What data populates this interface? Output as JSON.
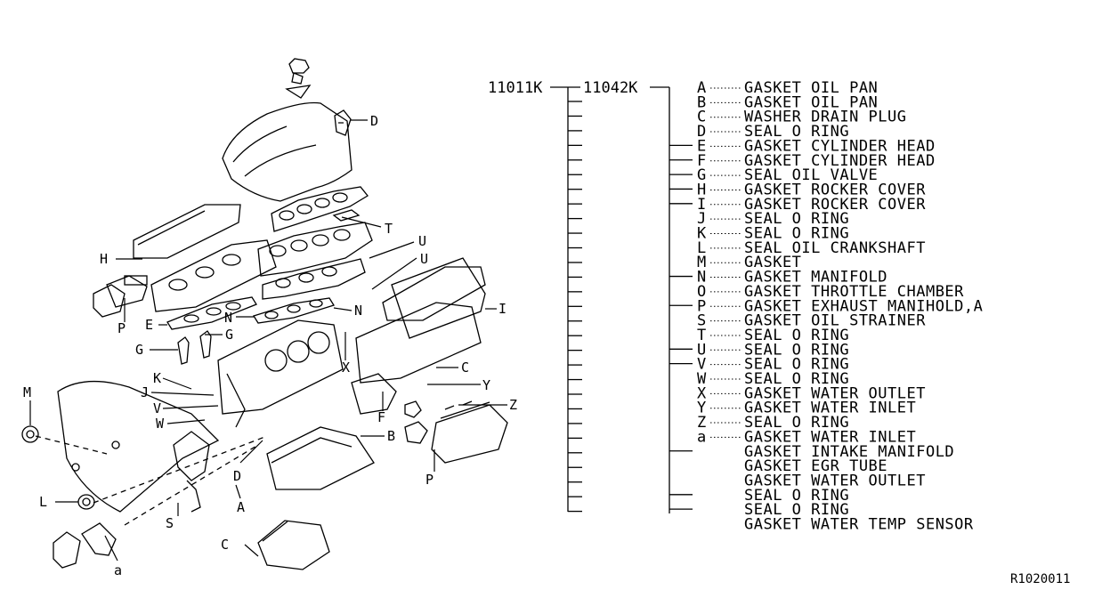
{
  "assembly_number": "11011K",
  "kit_number": "11042K",
  "reference_code": "R1020011",
  "parts": [
    {
      "letter": "A",
      "name": "GASKET OIL PAN"
    },
    {
      "letter": "B",
      "name": "GASKET OIL PAN"
    },
    {
      "letter": "C",
      "name": "WASHER DRAIN PLUG"
    },
    {
      "letter": "D",
      "name": "SEAL O RING"
    },
    {
      "letter": "E",
      "name": "GASKET CYLINDER HEAD"
    },
    {
      "letter": "F",
      "name": "GASKET CYLINDER HEAD"
    },
    {
      "letter": "G",
      "name": "SEAL OIL VALVE"
    },
    {
      "letter": "H",
      "name": "GASKET ROCKER COVER"
    },
    {
      "letter": "I",
      "name": "GASKET ROCKER COVER"
    },
    {
      "letter": "J",
      "name": "SEAL O RING"
    },
    {
      "letter": "K",
      "name": "SEAL O RING"
    },
    {
      "letter": "L",
      "name": "SEAL OIL CRANKSHAFT"
    },
    {
      "letter": "M",
      "name": "GASKET"
    },
    {
      "letter": "N",
      "name": "GASKET MANIFOLD"
    },
    {
      "letter": "O",
      "name": "GASKET THROTTLE CHAMBER"
    },
    {
      "letter": "P",
      "name": "GASKET EXHAUST MANIHOLD,A"
    },
    {
      "letter": "S",
      "name": "GASKET OIL STRAINER"
    },
    {
      "letter": "T",
      "name": "SEAL O RING"
    },
    {
      "letter": "U",
      "name": "SEAL O RING"
    },
    {
      "letter": "V",
      "name": "SEAL O RING"
    },
    {
      "letter": "W",
      "name": "SEAL O RING"
    },
    {
      "letter": "X",
      "name": "GASKET WATER OUTLET"
    },
    {
      "letter": "Y",
      "name": "GASKET WATER INLET"
    },
    {
      "letter": "Z",
      "name": "SEAL O RING"
    },
    {
      "letter": "a",
      "name": "GASKET WATER INLET"
    },
    {
      "letter": "",
      "name": "GASKET INTAKE MANIFOLD"
    },
    {
      "letter": "",
      "name": "GASKET EGR TUBE"
    },
    {
      "letter": "",
      "name": "GASKET WATER OUTLET"
    },
    {
      "letter": "",
      "name": "SEAL O RING"
    },
    {
      "letter": "",
      "name": "SEAL O RING"
    },
    {
      "letter": "",
      "name": "GASKET WATER TEMP SENSOR"
    }
  ],
  "diagram_callouts": [
    "D",
    "T",
    "U",
    "U",
    "H",
    "I",
    "P",
    "E",
    "N",
    "N",
    "G",
    "G",
    "K",
    "J",
    "V",
    "W",
    "X",
    "C",
    "Y",
    "F",
    "Z",
    "B",
    "M",
    "L",
    "S",
    "D",
    "A",
    "C",
    "P",
    "a"
  ]
}
